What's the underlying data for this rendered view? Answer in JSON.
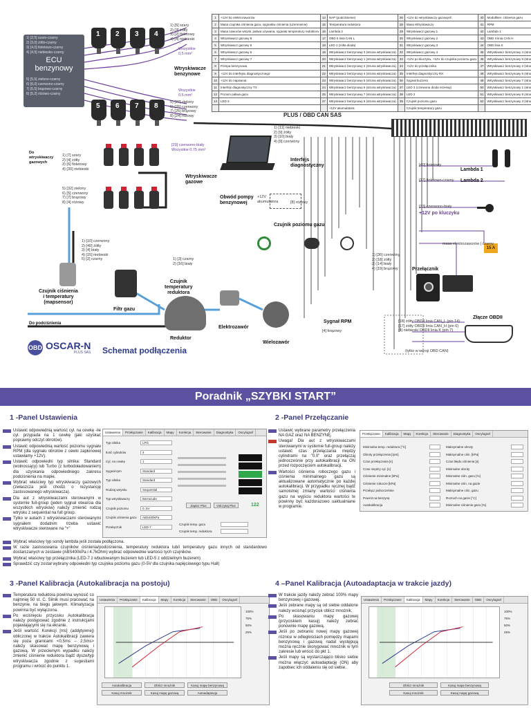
{
  "diagram": {
    "ecu": {
      "title": "ECU\nbenzynowy",
      "lines_top": "1) [2,5] szaro-czarny\n2) [3,0] żółto-czarny\n3) [4,0] fioletowo-czarny\n4) [4,5] niebiesko-czarny",
      "lines_bottom": "5) [5,5] zielono-czarny\n6) [6,0] czerwono-czarny\n7) [5,5] brązowo-czarny\n8) [5,2] różowo-czarny"
    },
    "injector_numbers_top": [
      "1",
      "2",
      "3",
      "4"
    ],
    "injector_numbers_bottom": [
      "5",
      "6",
      "7",
      "8"
    ],
    "wires_top": "1) [5] szary\n2) [3] żółty\n3) [2] fioletowy\n4) [4] niebieski",
    "wires_bottom": "5) [27] zielony\n6) [26] czerwony\n7) [25] brązowy\n8) [24] różowy",
    "wszystkie": "Wszystkie",
    "section_wtryskiwacze_benzynowe": "Wtryskiwacze\nbenzynowe",
    "cross_section_1": "0,5 mm²",
    "cross_section_2": "0,5 mm²",
    "pin_table": [
      [
        "1",
        "+12V do elektrozaworów",
        "14",
        "NAP (podciśnienie)",
        "26",
        "+12V do wtryskiwaczy gazowych",
        "40",
        "Moduł/kier. ciśnienia gazu"
      ],
      [
        "2",
        "Masa czujnika ciśnienia gazu, sygnałów ciśnienia (uzemnienie)",
        "15",
        "Temperatura reduktora",
        "28",
        "Masa Wtryskiwaczy",
        "41",
        "RPM"
      ],
      [
        "3",
        "Masa zaworów wtrysk. paliwa uzywana, sygnału temperatury reduktora",
        "16",
        "Lambda 2",
        "29",
        "Wtryskiwacz gazowy 1",
        "42",
        "Lambda 1"
      ],
      [
        "4",
        "Wtryskiwacz gazowy 8",
        "17",
        "OBD II linia CAN L",
        "30",
        "Wtryskiwacz gazowy 2",
        "43",
        "OBD II linia CAN H"
      ],
      [
        "5",
        "Wtryskiwacz gazowy 6",
        "18",
        "LED 1 (zółta dioda)",
        "31",
        "Wtryskiwacz gazowy 3",
        "44",
        "OBD linia K"
      ],
      [
        "6",
        "Wtryskiwacz gazowy 5",
        "19",
        "Wtryskiwacz benzynowy 3 (strona wtryskiwacza)",
        "32",
        "Wtryskiwacz gazowy 4",
        "45",
        "Wtryskiwacz benzynowy 4 (strona ECU)"
      ],
      [
        "7",
        "Wtryskiwacz gazowy 7",
        "20",
        "Wtryskiwacz benzynowy 1 (strona wtryskiwacza)",
        "33",
        "+12V po kluczyku, +12V do czujnika poziomu gazu",
        "46",
        "Wtryskiwacz benzynowy 5 (strona ECU)"
      ],
      [
        "8",
        "Pompa benzynowa",
        "21",
        "Wtryskiwacz benzynowy 2 (strona wtryskiwacza)",
        "34",
        "+12V do przełącznika",
        "47",
        "Wtryskiwacz benzynowy 2 (strona ECU)"
      ],
      [
        "9",
        "+12V do interfejsu diagnostycznego",
        "22",
        "Wtryskiwacz benzynowy 4 (strona wtryskiwacza)",
        "35",
        "Interfejs diagnostyczny RX",
        "48",
        "Wtryskiwacz benzynowy 6 (strona ECU)"
      ],
      [
        "10",
        "+12V do napisania",
        "23",
        "Wtryskiwacz benzynowy 5 (strona wtryskiwacza)",
        "36",
        "Sygnał buzzera",
        "49",
        "Wtryskiwacz benzynowy 7 (strona ECU)"
      ],
      [
        "11",
        "Interfejs diagnostyczny TX",
        "24",
        "Wtryskiwacz benzynowy 6 (strona wtryskiwacza)",
        "37",
        "LED 3 (czerwona dioda rezerwy)",
        "50",
        "Wtryskiwacz benzynowy 1 (strona ECU)"
      ],
      [
        "12",
        "Poziom paliwa gazu",
        "25",
        "Wtryskiwacz benzynowy 7 (strona wtryskiwacza)",
        "38",
        "LED 2",
        "51",
        "Wtryskiwacz benzynowy 8 (strona ECU)"
      ],
      [
        "13",
        "LED 3",
        "27",
        "Wtryskiwacz benzynowy 8 (strona wtryskiwacza)",
        "39",
        "Czujnik poziomu gazu",
        "52",
        "Wtryskiwacz benzynowy 3 (strona ECU)"
      ],
      [
        "",
        "",
        "",
        "+12V akumulatora",
        "",
        "Czujnik temperatury gazu",
        "",
        ""
      ]
    ],
    "pin_title": "PLUS / OBD CAN SAS",
    "gas_side_label": "Do\nwtryskiwaczy\ngazowych",
    "gas_injector_wires": "1) [7] szary\n2) [4] żółty\n3) [6] fioletowy\n4) [30] niebieski",
    "gas_injector_wires2": "5) [32] zielony\n6) [5] czerwony\n7) [7] brązowy\n8) [4] różowy",
    "gas_injector_label": "Wtryskiwacze\ngazowe",
    "gas_injector_group_label": "[29] czerwono-biały\nWszystkie 0,75 mm²",
    "interface_label": "Interfejs\ndiagnostyczny",
    "interface_wires": "1) [11] niebieski\n2) [9] żółty\n3) [10] biały\n4) [9] czerwony",
    "pump_label": "Obwód pompy\nbenzynowej",
    "pump_relay": "+12V\nakumulatora",
    "pump_wires": "[8] różowy",
    "lambda1": "Lambda 1",
    "lambda2": "Lambda 2",
    "lambda1_wire": "[40] fioletowy",
    "lambda2_wire": "[17] fioletowo-czarny",
    "ignition_wire": "[33] czerwono-biały",
    "ignition_label": "+12V po kluczyku",
    "fuse_label": "15 A",
    "ground_wire": "masa elektrozaworów | czarny",
    "map_sensor_label": "Czujnik ciśnienia\ni temperatury\n(mapsensor)",
    "map_sensor_wires": "1) [10] czerwony\n2) [40] żółty\n3) [4] biały\n4) [15] niebieski\n5) [2] czarny",
    "filter_label": "Filtr gazu",
    "reducer_label": "Reduktor",
    "reducer_temp_label": "Czujnik\ntemperatury\nreduktora",
    "reducer_temp_wires": "1) [3] czarny\n2) [16] biały",
    "elektrozawor_label": "Elektrozawór",
    "wielozawor_label": "Wielozawór",
    "level_sensor_label": "Czujnik poziomu gazu",
    "rpm_label": "Sygnał RPM",
    "rpm_wire": "[4] brązowy",
    "switch_label": "Przełącznik",
    "switch_wires": "1) [36] czerwony\n2) [18] żółty\n3) [14] biały\n4) [19] brązowy",
    "obd_label": "Złącze OBDII",
    "obd_wires": "[18] żółty OBDII linia CAN_L (pin 14)\n[17] żółty OBDII linia CAN_H (pin 6)\n[4] niebieski OBDII linia K (pin 7)",
    "obd_note": "(tylko w wersji OBD CAN)",
    "gas_inlet": "Do podciśnienia",
    "brand_logo": "OBD",
    "brand": "OSCAR-N",
    "brand_sub": "PLUS SAS",
    "schema_title": "Schemat podłączenia"
  },
  "guide": {
    "banner": "Poradnik „SZYBKI START”",
    "section1_title": "1 -Panel Ustawienia",
    "section1_items": [
      "Ustawić odpowiednią wartość cyl. na cewkę -ile cyl. przypada na 1 cewkę (jaki uzyskać poprawny odczyt obrotów).",
      "Ustawić odpowiednią wartość poziomu sygnału RPM (dla sygnału obrotów z cewki zapłonowej ustawiamy +12V).",
      "Ustawić odpowiedni typ silnika: Standard (wolnossący) lub Turbo (z turbodoładowaniem) dla uzyskania odpowiedniego zakresu podciśnienia na mapie.",
      "Wybrać właściwy typ wtryskiwaczy gazowych (zwłaszcza jeśli chodzi o rezystancję zastosowanego wtryskiwacza).",
      "Dla aut z wtryskiwaczami sterowanymi w systemie full-group (jeden sygnał otwarcia dla wszystkich wtrysków) należy zmienić rodzaj wtrysku z sequential na full group.",
      "Tylko w autach z wtryskiwaczami sterowanymi sygnałem dodatnim trzeba ustawić wtryskiwacze sterowane na \"+\"",
      "Wybrać właściwy typ sondy lambda jeśli została podłączona.",
      "W razie zastosowania czujników ciśnienia/podciśnienia, temperatury reduktora lub/i temperatury gazu innych od standardowo dostarczanych w zestawie (ABS400kPa i 4.7kOhm) wybrać odpowiednie wartości tych czujników.",
      "Wybrać właściwy typ przełącznika (LED-7 z wbudowanym buzerem lub LED-5 z oddzielnym buzerem)",
      "Sprawdzić czy został wybrany odpowiedni typ czujnika poziomu gazu (0-5V dla czujnika napięciowego typu Hall)"
    ],
    "section2_title": "2 -Panel Przełączanie",
    "section2_items": [
      "Ustawić wybrane parametry przełączenia NA GAZ oraz NA BENZYNĘ.",
      "Uwaga! Dla aut z wtryskiwaczami sterowanymi w systemie full-group należy ustawić czas przełączania między cylindrami na \"0.0\" oraz przełączaj jednocześnie przy autokalibracji na ON przed rozpoczęciem autokalibracji.",
      "Wartości ciśnienia roboczego gazu i ciśnienia minimalnego gazu są aktualizowane automatycznie po każdej autokalibracji. W przypadku ręcznej bądź samoistnej zmiany wartości ciśnienia gazu na wyjściu reduktora wartości te powinny być każdorazowo uaktualniane w programie."
    ],
    "section3_title": "3 -Panel Kalibracja (Autokalibracja na postoju)",
    "section3_items": [
      "Temperatura reduktora powinna wynosić co najmniej 50 st. C. Silnik musi pracować na benzynie, na biegu jałowym. Klimatyzacja powinna być wyłączona.",
      "Po wciśnięciu przycisku Autokalibracja należy postępować zgodnie z instrukcjami pojawiającymi się na ekranie.",
      "Jeśli wartość Korekcji [ms] (addytywnej) obliczonej w trakcie Autokalibracji zawiera się poza granicami <0,5ms – 2,5ms> należy skasować mapę benzynową i gazową. W przeciwnym wypadku należy zmienić ciśnienie reduktora bądź dysze/typ wtryskiwacza zgodnie z sugestiami programu i wrócić do punktu 1."
    ],
    "section4_title": "4 –Panel Kalibracja (Autoadaptacja w trakcie jazdy)",
    "section4_items": [
      "W trakcie jazdy należy zebrać 100% mapy benzynowej i gazowej.",
      "Jeśli zebrane mapy są od siebie oddalone należy wcisnąć przycisk oblicz mnożnik.",
      "Po skasowaniu mapy gazowej (przyciskiem kasuj) należy zebrać ponownie mapę gazową.",
      "Jeśli po zebraniu nowej mapy gazowej różnice w odległościach pomiędzy mapami benzynową i gazową nadal występują można ręcznie skorygować mnożnik w tym zakresie lub wrócić do pkt 1.",
      "Jeśli mapy są wystarczająco blisko siebie można włączyć autoadaptację (ON) aby zapobiec ich oddaleniu się od siebie."
    ],
    "ss1_tabs": [
      "Ustawienia",
      "Przełączanie",
      "Kalibracja",
      "Mapy",
      "Korekcja",
      "Sterowanie",
      "Diagnostyka",
      "Oscylograf"
    ],
    "ss1_rows": [
      "Typ silnika",
      "Ilość cylindrów",
      "Cyl. na cewkę",
      "Sygnał rpm",
      "Typ silnika",
      "Rodzaj wtrysku",
      "Typ wtryskiwaczy",
      "Czujnik poziomu",
      "Czujnik ciśnienia gazu",
      "Przełącznik"
    ],
    "ss1_vals": [
      "LPG",
      "4",
      "1",
      "Standard",
      "Standard",
      "Sequential",
      "Barracuda",
      "0..5V",
      "ABS400kPa",
      "LED-7"
    ],
    "ss1_right": [
      "Czujnik temp. gazu",
      "Czujnik temp. reduktora"
    ],
    "ss1_buttons": [
      "Zapisz Plus",
      "Odczytaj Plus"
    ],
    "ss1_value": "122",
    "ss2_tabs": [
      "Przełączanie",
      "Kalibracja",
      "Mapy",
      "Korekcja",
      "Sterowanie",
      "Diagnostyka",
      "Oscylograf"
    ],
    "ss2_left": [
      "Minimalna temp. reduktora [°C]",
      "Obroty przełączenia [rpm]",
      "Czas przełączania [s]",
      "Czas między cyl. [s]",
      "Ciśnienie minimalne [kPa]",
      "Ciśnienie robocze [kPa]",
      "Przełącz jednocześnie",
      "Powrót na benzynę",
      "Autokalibracja"
    ],
    "ss2_right": [
      "Maksymalne obroty",
      "Maksymalne ciśn. [kPa]",
      "Czas błędu ciśnienia [s]",
      "Minimalne obroty",
      "Minimalne ciśn. gazu [%]",
      "Minimalne ciśn. na gazie",
      "Maksymalne ciśn. gazu",
      "Rozruch na gazie [°C]",
      "Minimalne ciśnienie gazu [%]"
    ],
    "ss3_tabs": [
      "Ustawienia",
      "Przełączanie",
      "Kalibracja",
      "Mapy",
      "Korekcja",
      "Sterowanie",
      "OBD",
      "Oscylograf"
    ],
    "ss3_buttons": [
      "Autokalibracja",
      "Oblicz mnożnik",
      "Kasuj mapę benzynową",
      "Kasuj mnożnik",
      "Kasuj mapę gazową",
      "Autoadaptacja"
    ],
    "ss3_legend": [
      "100%",
      "75%",
      "50%",
      "25%"
    ],
    "ss4_tabs": [
      "Ustawienia",
      "Przełączanie",
      "Kalibracja",
      "Mapy",
      "Korekcja",
      "Sterowanie",
      "OBD",
      "Oscylograf"
    ],
    "ss4_buttons": [
      "Oblicz mnożnik",
      "Kasuj mapę benzynową",
      "Kasuj mnożnik",
      "Kasuj mapę gazową"
    ],
    "ss4_legend": [
      "100%",
      "75%",
      "50%",
      "25%"
    ]
  }
}
